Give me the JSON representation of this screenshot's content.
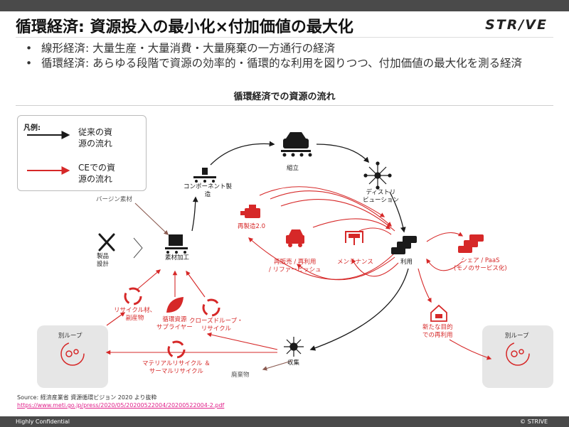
{
  "header": {
    "title": "循環経済: 資源投入の最小化×付加価値の最大化",
    "logo": "STR/VE"
  },
  "bullets": [
    "線形経済: 大量生産・大量消費・大量廃棄の一方通行の経済",
    "循環経済: あらゆる段階で資源の効率的・循環的な利用を図りつつ、付加価値の最大化を測る経済"
  ],
  "diagram": {
    "title": "循環経済での資源の流れ",
    "legend": {
      "title": "凡例:",
      "conventional_line1": "従来の資",
      "conventional_line2": "源の流れ",
      "ce_line1": "CEでの資",
      "ce_line2": "源の流れ"
    },
    "nodes": {
      "assembly": "組立",
      "distribution_line1": "ディストリ",
      "distribution_line2": "ビューション",
      "component_line1": "コンポーネント製",
      "component_line2": "造",
      "virgin": "バージン素材",
      "product_design_line1": "製品",
      "product_design_line2": "設計",
      "material_processing": "素材加工",
      "remanufacturing": "再製造2.0",
      "resale_line1": "再販売 / 再利用",
      "resale_line2": "/ リファービッシュ",
      "maintenance": "メンテナンス",
      "use": "利用",
      "share_line1": "シェア / PaaS",
      "share_line2": "(モノのサービス化)",
      "new_purpose_line1": "新たな目的",
      "new_purpose_line2": "での再利用",
      "recycle_byproduct_line1": "リサイクル材、",
      "recycle_byproduct_line2": "副産物",
      "recycled_supplier_line1": "循環資源",
      "recycled_supplier_line2": "サプライヤー",
      "closed_loop_line1": "クローズドループ・",
      "closed_loop_line2": "リサイクル",
      "material_recycle_line1": "マテリアルリサイクル ＆",
      "material_recycle_line2": "サーマルリサイクル",
      "collection": "収集",
      "waste": "廃棄物",
      "other_loop_left": "別ループ",
      "other_loop_right": "別ループ"
    }
  },
  "source": {
    "text": "Source: 経済産業省 資源循環ビジョン 2020 より抜粋",
    "link": "https://www.meti.go.jp/press/2020/05/20200522004/20200522004-2.pdf"
  },
  "footer": {
    "left": "Highly Confidential",
    "right": "© STRIVE"
  },
  "colors": {
    "accent_red": "#d62828",
    "dark": "#1a1a1a",
    "header_bar": "#4a4a4a",
    "link": "#e0208a"
  }
}
